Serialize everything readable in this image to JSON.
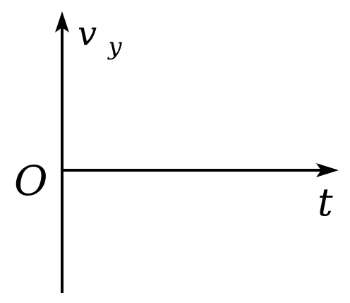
{
  "diagram": {
    "origin_label": "O",
    "y_axis_label": {
      "main": "v",
      "subscript": "y"
    },
    "x_axis_label": "t",
    "colors": {
      "axis": "#000000",
      "background": "#ffffff"
    }
  }
}
